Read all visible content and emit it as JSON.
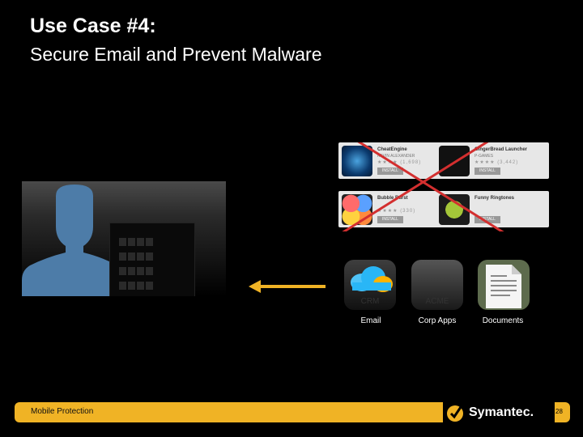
{
  "slide": {
    "title": "Use Case #4:",
    "subtitle": "Secure Email and Prevent Malware"
  },
  "market_apps": [
    {
      "name": "CheatEngine",
      "by": "KEVIN ALEXANDER",
      "count": "(1,698)",
      "button": "INSTALL"
    },
    {
      "name": "GingerBread Launcher",
      "by": "P-GAMES",
      "count": "(3,442)",
      "button": "INSTALL"
    },
    {
      "name": "Bubble Burst",
      "by": "",
      "count": "(330)",
      "button": "INSTALL"
    },
    {
      "name": "Funny Ringtones",
      "by": "",
      "count": "",
      "button": "INSTALL"
    }
  ],
  "enterprise_apps": [
    {
      "tile_label": "CRM",
      "caption": "Email"
    },
    {
      "tile_label": "ACME",
      "caption": "Corp Apps"
    },
    {
      "tile_label": "",
      "caption": "Documents"
    }
  ],
  "footer": {
    "section": "Mobile Protection",
    "brand": "Symantec.",
    "page_number": "28"
  },
  "colors": {
    "accent": "#f0b325",
    "background": "#000000",
    "cross": "#d32f2f"
  },
  "icons": [
    "person-icon",
    "phone-icon",
    "arrow-left-icon",
    "cloud-icon",
    "document-icon",
    "symantec-check-icon"
  ]
}
